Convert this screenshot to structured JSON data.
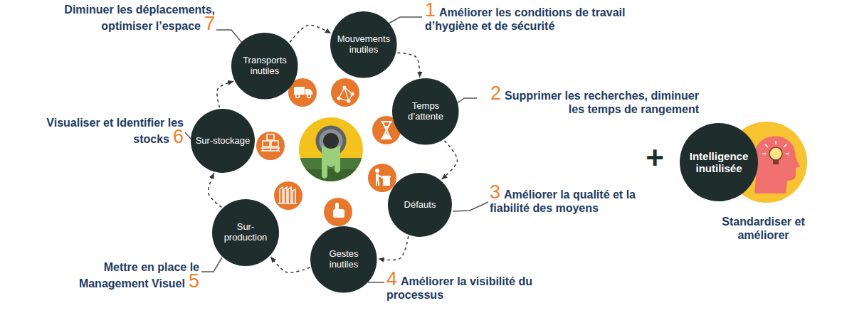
{
  "diagram": {
    "nodes": [
      {
        "text": [
          "Mouvements inutiles"
        ]
      },
      {
        "text": [
          "Temps d’attente"
        ]
      },
      {
        "text": [
          "Défauts"
        ]
      },
      {
        "text": [
          "Gestes inutiles"
        ]
      },
      {
        "text": [
          "Sur-production"
        ]
      },
      {
        "text": [
          "Sur-stockage"
        ]
      },
      {
        "text": [
          "Transports inutiles"
        ]
      },
      {
        "text": [
          "Intelligence inutilisée"
        ]
      }
    ],
    "edges": [
      {
        "from": 6,
        "to": 0,
        "arrow": "to"
      },
      {
        "from": 0,
        "to": 1,
        "arrow": "to"
      },
      {
        "from": 1,
        "to": 2,
        "arrow": "to"
      },
      {
        "from": 2,
        "to": 3,
        "arrow": "to"
      },
      {
        "from": 3,
        "to": 4,
        "arrow": "to"
      },
      {
        "from": 4,
        "to": 5,
        "arrow": "to"
      },
      {
        "from": 5,
        "to": 6,
        "arrow": "to"
      }
    ],
    "labels": [
      "1",
      "Améliorer les conditions de travail d’hygiène et de sécurité",
      "2",
      "Supprimer les recherches, diminuer les temps de rangement",
      "3",
      "Améliorer la qualité et la fiabilité des moyens",
      "4",
      "Améliorer la visibilité du processus",
      "Mettre en place le Management Visuel",
      "5",
      "Visualiser et Identifier les stocks",
      "6",
      "Diminuer les déplacements, optimiser l’espace",
      "7",
      "+",
      "Standardiser et améliorer"
    ]
  }
}
